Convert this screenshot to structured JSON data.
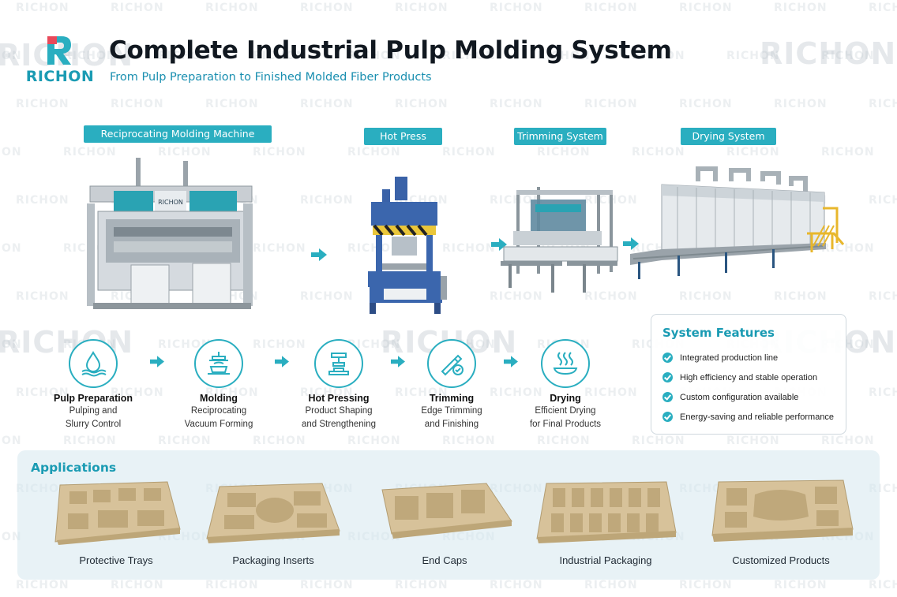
{
  "brand": {
    "name": "RICHON"
  },
  "header": {
    "title": "Complete Industrial Pulp Molding System",
    "subtitle": "From Pulp Preparation to Finished Molded Fiber Products"
  },
  "machines": [
    {
      "label": "Reciprocating Molding Machine",
      "plate": "RICHON",
      "icon": "molding-machine-image"
    },
    {
      "label": "Hot Press",
      "icon": "hot-press-image"
    },
    {
      "label": "Trimming System",
      "icon": "trimming-system-image"
    },
    {
      "label": "Drying System",
      "icon": "drying-system-image"
    }
  ],
  "steps": [
    {
      "title": "Pulp Preparation",
      "line1": "Pulping and",
      "line2": "Slurry Control",
      "icon": "water-drop-icon"
    },
    {
      "title": "Molding",
      "line1": "Reciprocating",
      "line2": "Vacuum Forming",
      "icon": "mold-press-icon"
    },
    {
      "title": "Hot Pressing",
      "line1": "Product Shaping",
      "line2": "and Strengthening",
      "icon": "press-anvil-icon"
    },
    {
      "title": "Trimming",
      "line1": "Edge Trimming",
      "line2": "and Finishing",
      "icon": "trimming-blade-icon"
    },
    {
      "title": "Drying",
      "line1": "Efficient Drying",
      "line2": "for Final Products",
      "icon": "steam-dish-icon"
    }
  ],
  "features": {
    "title": "System Features",
    "items": [
      "Integrated production line",
      "High efficiency and stable operation",
      "Custom configuration available",
      "Energy-saving and reliable performance"
    ]
  },
  "applications": {
    "title": "Applications",
    "items": [
      "Protective Trays",
      "Packaging Inserts",
      "End Caps",
      "Industrial Packaging",
      "Customized Products"
    ]
  },
  "colors": {
    "accent": "#2aaec0",
    "accent_text": "#1a9bb3",
    "pulp": "#cfb98f",
    "logo_red": "#e8495a"
  }
}
